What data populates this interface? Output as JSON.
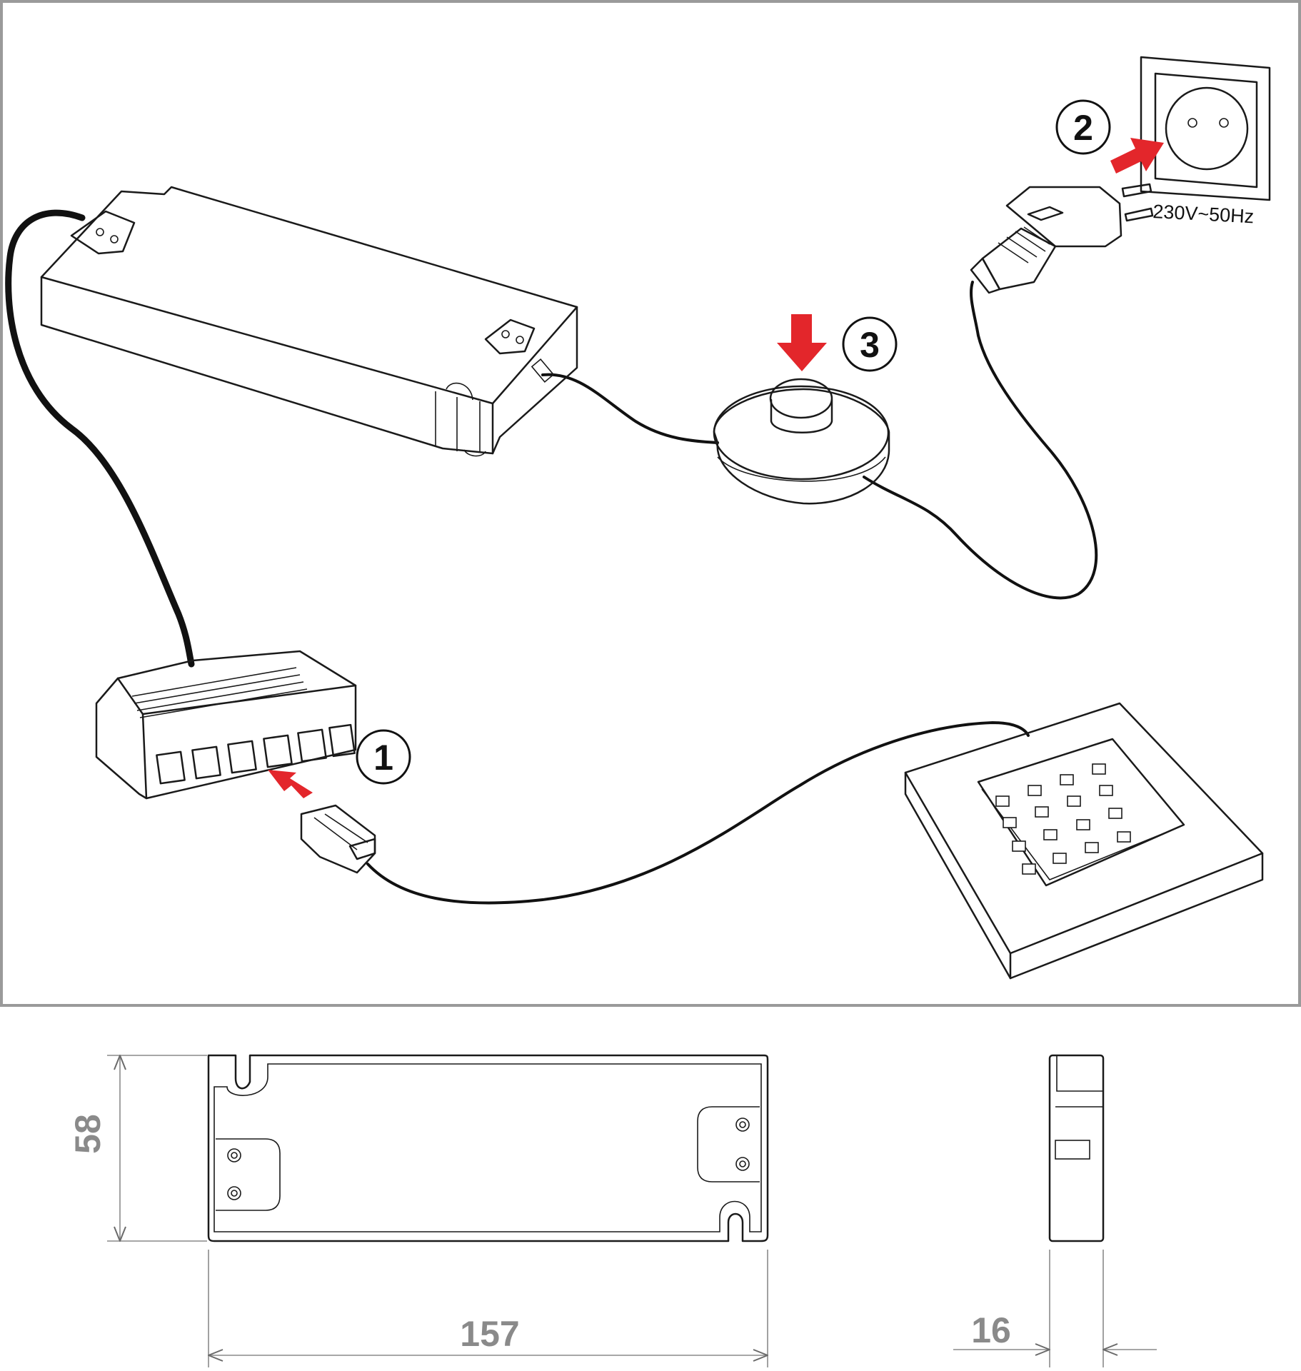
{
  "steps": [
    {
      "number": "1"
    },
    {
      "number": "2"
    },
    {
      "number": "3"
    }
  ],
  "socket_rating": "230V~50Hz",
  "dimensions": {
    "height": "58",
    "length": "157",
    "depth": "16"
  },
  "colors": {
    "arrow": "#e3262b",
    "frame": "#9a9a9a",
    "dimension": "#8a8a8a"
  }
}
